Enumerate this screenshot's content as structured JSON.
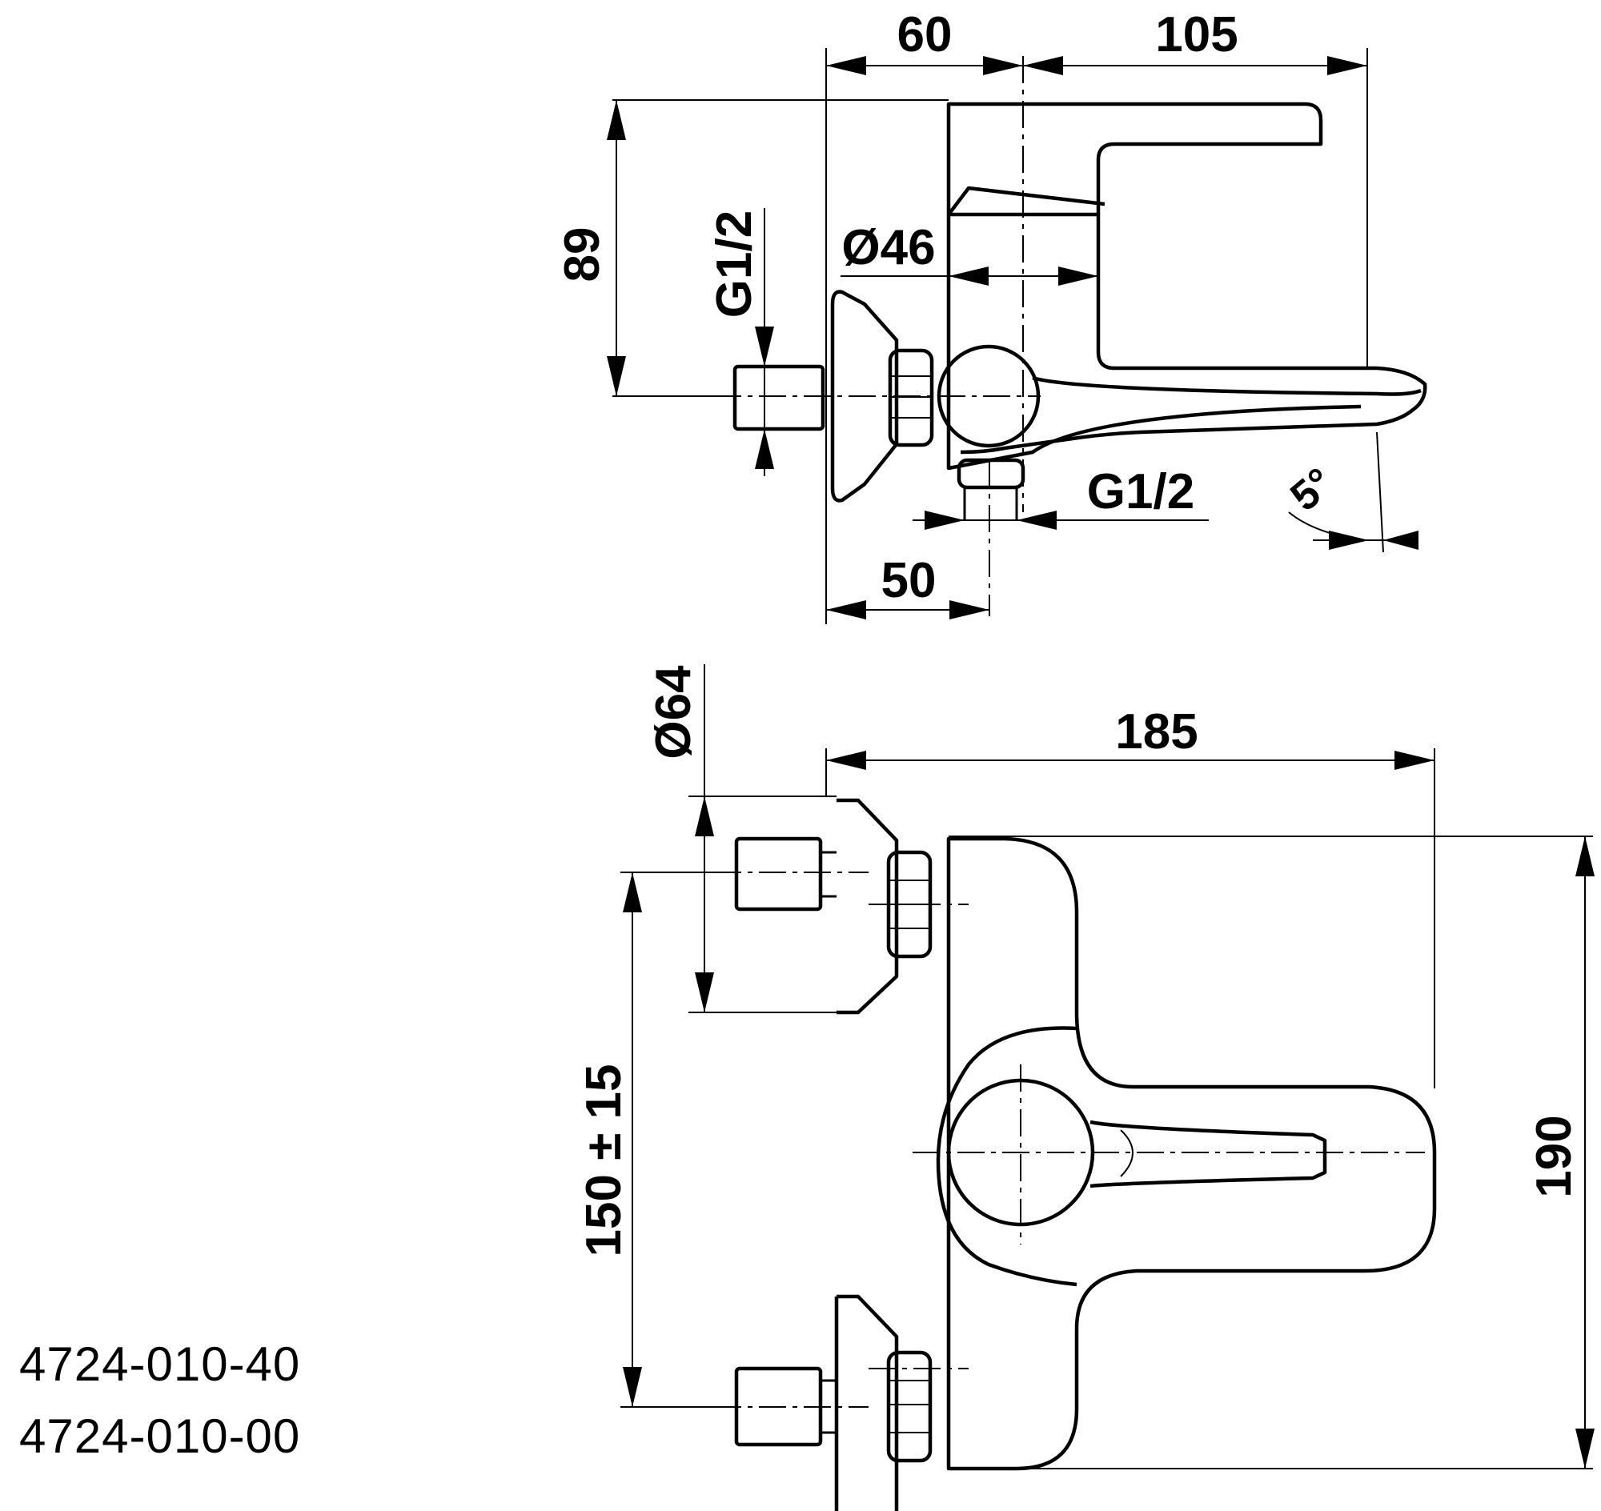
{
  "dimensions": {
    "d60": "60",
    "d105": "105",
    "d89": "89",
    "g12_inlet": "G1/2",
    "dia46": "Ø46",
    "g12_outlet": "G1/2",
    "angle5": "5°",
    "d50": "50",
    "dia64": "Ø64",
    "d185": "185",
    "d150": "150 ± 15",
    "d190": "190"
  },
  "part_numbers": [
    "4724-010-40",
    "4724-010-00"
  ]
}
